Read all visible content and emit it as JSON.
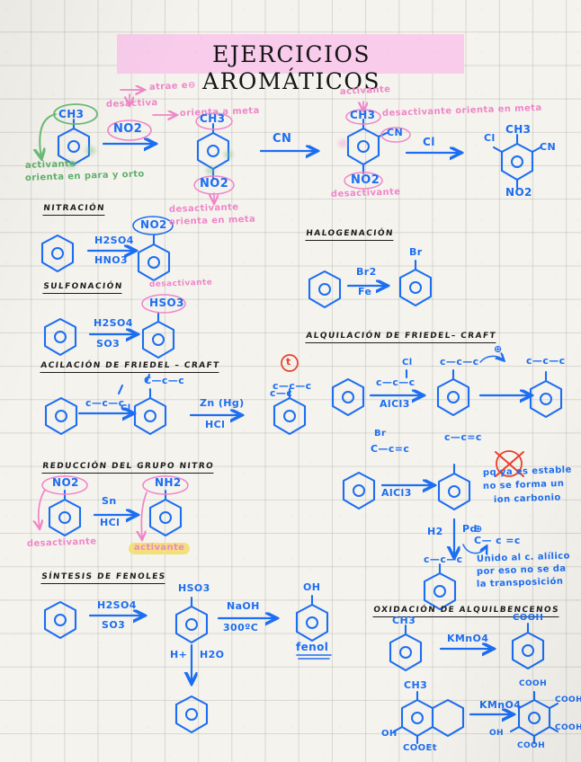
{
  "page": {
    "title": "EJERCICIOS AROMÁTICOS",
    "paper_color": "#f5f3ee",
    "grid_color": "#96948c",
    "ink_blue": "#1c6ef2",
    "ink_pink": "#ef86c8",
    "ink_green": "#5fb16a",
    "ink_red": "#e8402a",
    "highlight_pink": "#f9ccec",
    "highlight_yellow": "#f3e07c"
  },
  "top_sequence": {
    "annotations": {
      "green_label_1": "activante",
      "green_label_2": "orienta en para y orto",
      "pink_desactiva": "desactiva",
      "pink_atrae": "atrae e⊖",
      "pink_orienta_meta": "orienta a meta",
      "pink_desactivante_1": "desactivante",
      "pink_orienta_meta_2": "orienta en meta",
      "pink_activante": "activante",
      "pink_desactivante_meta": "desactivante orienta en meta",
      "pink_desactivante_2": "desactivante"
    },
    "step1": {
      "substituent": "CH3",
      "reagent": "NO2"
    },
    "step2": {
      "substituents": [
        "CH3",
        "NO2"
      ],
      "reagent": "CN"
    },
    "step3": {
      "substituents": [
        "CH3",
        "CN",
        "NO2"
      ],
      "reagent": "Cl"
    },
    "step4": {
      "substituents": [
        "Cl",
        "CH3",
        "CN",
        "NO2"
      ]
    }
  },
  "sections": [
    {
      "id": "nitracion",
      "heading": "NITRACIÓN",
      "reagent_top": "H2SO4",
      "reagent_bottom": "HNO3",
      "product_group": "NO2"
    },
    {
      "id": "sulfonacion",
      "heading": "SULFONACIÓN",
      "reagent_top": "H2SO4",
      "reagent_bottom": "SO3",
      "product_group": "HSO3",
      "note": "desactivante"
    },
    {
      "id": "acilacion",
      "heading": "ACILACIÓN DE FRIEDEL – CRAFT",
      "reagent_1": "c—c—c",
      "reagent_1_tail": "Cl",
      "intermediate": "C—c—c",
      "reagent_top": "Zn (Hg)",
      "reagent_bottom": "HCl",
      "product": "c—c—c"
    },
    {
      "id": "reduccion",
      "heading": "REDUCCIÓN DEL GRUPO NITRO",
      "start_group": "NO2",
      "start_note": "desactivante",
      "reagent_top": "Sn",
      "reagent_bottom": "HCl",
      "product_group": "NH2",
      "product_note": "activante"
    },
    {
      "id": "fenoles",
      "heading": "SÍNTESIS DE FENOLES",
      "reagent_top": "H2SO4",
      "reagent_bottom": "SO3",
      "intermediate_group": "HSO3",
      "reagent2_top": "NaOH",
      "reagent2_bottom": "300ºC",
      "product_group": "OH",
      "product_name": "fenol",
      "side_reagent_left": "H+",
      "side_reagent_right": "H2O"
    },
    {
      "id": "halogenacion",
      "heading": "HALOGENACIÓN",
      "reagent_top": "Br2",
      "reagent_bottom": "Fe",
      "product_group": "Br"
    },
    {
      "id": "alquilacion",
      "heading": "ALQUILACIÓN DE FRIEDEL– CRAFT",
      "marker": "t",
      "left_fragment": "c—c",
      "reagent_1_top": "c—c—c",
      "reagent_1_label": "Cl",
      "reagent_1_bottom": "AlCl3",
      "intermediate": "c—c—c",
      "intermediate_charge": "⊕",
      "product": "c—c—c",
      "reagent_2_top": "Br",
      "reagent_2_chain": "C—c=c",
      "reagent_2_bottom": "AlCl3",
      "allyl_product": "c—c=c",
      "red_note": "✗",
      "blue_note_1": "pq ya es estable",
      "blue_note_2": "no se forma un",
      "blue_note_3": "ion carbonio",
      "hydro_left": "H2",
      "hydro_right": "Pd",
      "cation_chain": "C— c =c",
      "cation_charge": "⊕",
      "note_2_1": "Unido al c. alílico",
      "note_2_2": "por eso no se da",
      "note_2_3": "la transposición",
      "final_chain": "c—c—c"
    },
    {
      "id": "oxidacion",
      "heading": "OXIDACIÓN DE ALQUILBENCENOS",
      "start_group": "CH3",
      "reagent": "KMnO4",
      "product_group": "COOH",
      "start2_groups": [
        "CH3",
        "OH",
        "COOEt"
      ],
      "reagent2": "KMnO4",
      "product2_groups": [
        "COOH",
        "COOH",
        "COOH",
        "COOH",
        "OH"
      ]
    }
  ]
}
